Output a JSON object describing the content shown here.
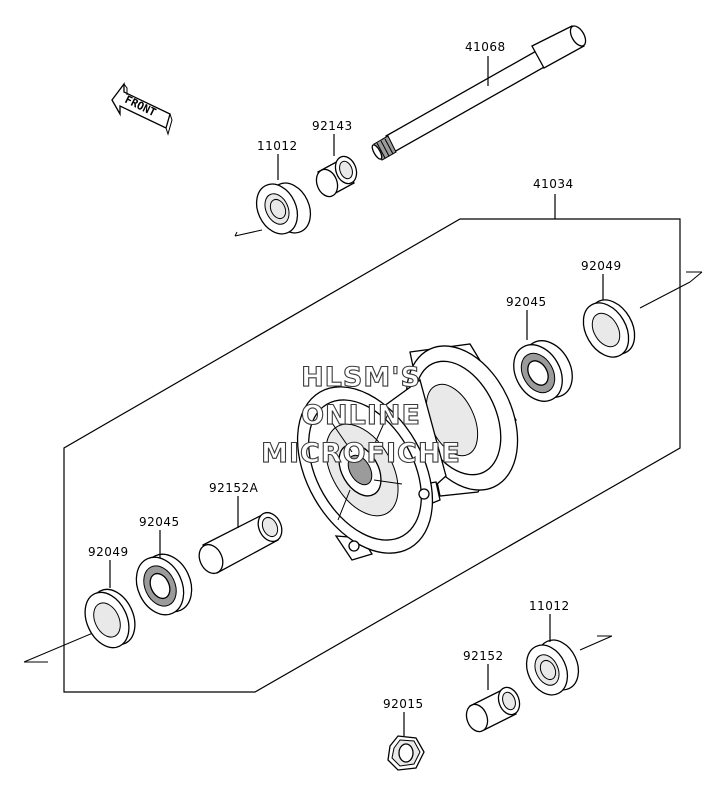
{
  "front_indicator": {
    "text": "FRONT",
    "icon": "arrow-left-icon"
  },
  "watermark": {
    "line1": "HLSM'S",
    "line2": "ONLINE",
    "line3": "MICROFICHE"
  },
  "parts": [
    {
      "id": "41068"
    },
    {
      "id": "92143"
    },
    {
      "id": "11012"
    },
    {
      "id": "41034"
    },
    {
      "id": "92049"
    },
    {
      "id": "92045"
    },
    {
      "id": "92152A"
    },
    {
      "id": "92045"
    },
    {
      "id": "92049"
    },
    {
      "id": "11012"
    },
    {
      "id": "92152"
    },
    {
      "id": "92015"
    }
  ]
}
